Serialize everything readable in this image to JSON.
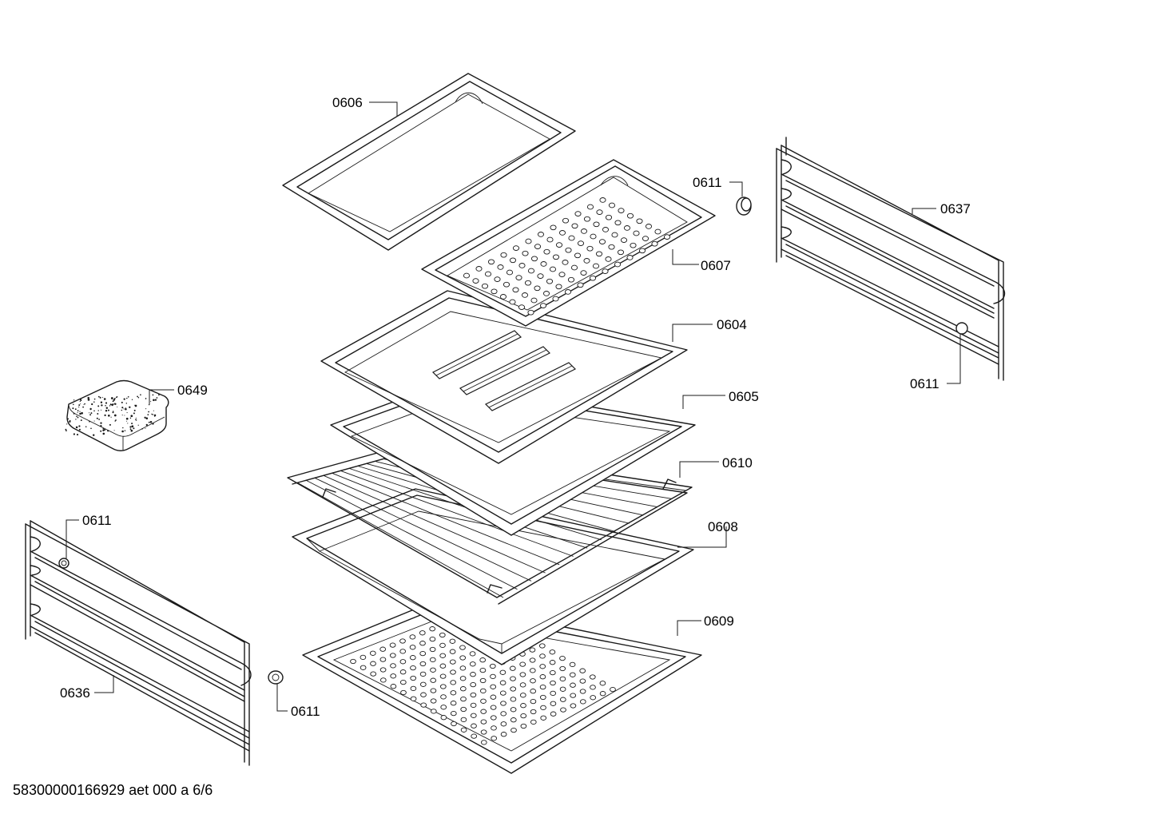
{
  "labels": {
    "p0606": "0606",
    "p0607": "0607",
    "p0604": "0604",
    "p0605": "0605",
    "p0610": "0610",
    "p0608": "0608",
    "p0609": "0609",
    "p0649": "0649",
    "p0637": "0637",
    "p0636": "0636",
    "p0611_top": "0611",
    "p0611_right": "0611",
    "p0611_left": "0611",
    "p0611_bottom": "0611"
  },
  "footer": {
    "drawing_id": "58300000166929 aet 000 a 6/6"
  },
  "colors": {
    "line": "#1a1a1a",
    "background": "#ffffff"
  }
}
